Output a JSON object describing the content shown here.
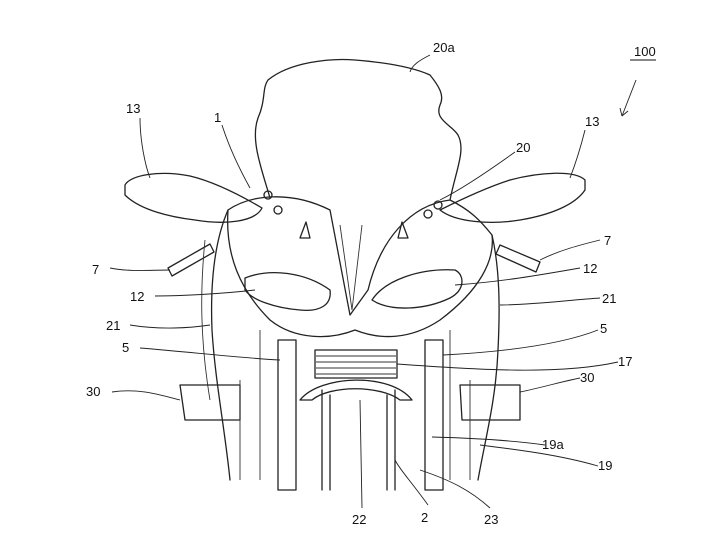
{
  "figure": {
    "labels": {
      "assembly": "100",
      "windshield": "20a",
      "mirror_left": "13",
      "mirror_right": "13",
      "device": "1",
      "cowl": "20",
      "turn_signal_left": "7",
      "turn_signal_right": "7",
      "headlight_left": "12",
      "headlight_right": "12",
      "side_cowl_left": "21",
      "side_cowl_right": "21",
      "fork_left": "5",
      "fork_right": "5",
      "radiator": "17",
      "handguard_left": "30",
      "handguard_right": "30",
      "frame": "19",
      "frame_part": "19a",
      "fender": "22",
      "wheel": "2",
      "tire": "23"
    }
  }
}
